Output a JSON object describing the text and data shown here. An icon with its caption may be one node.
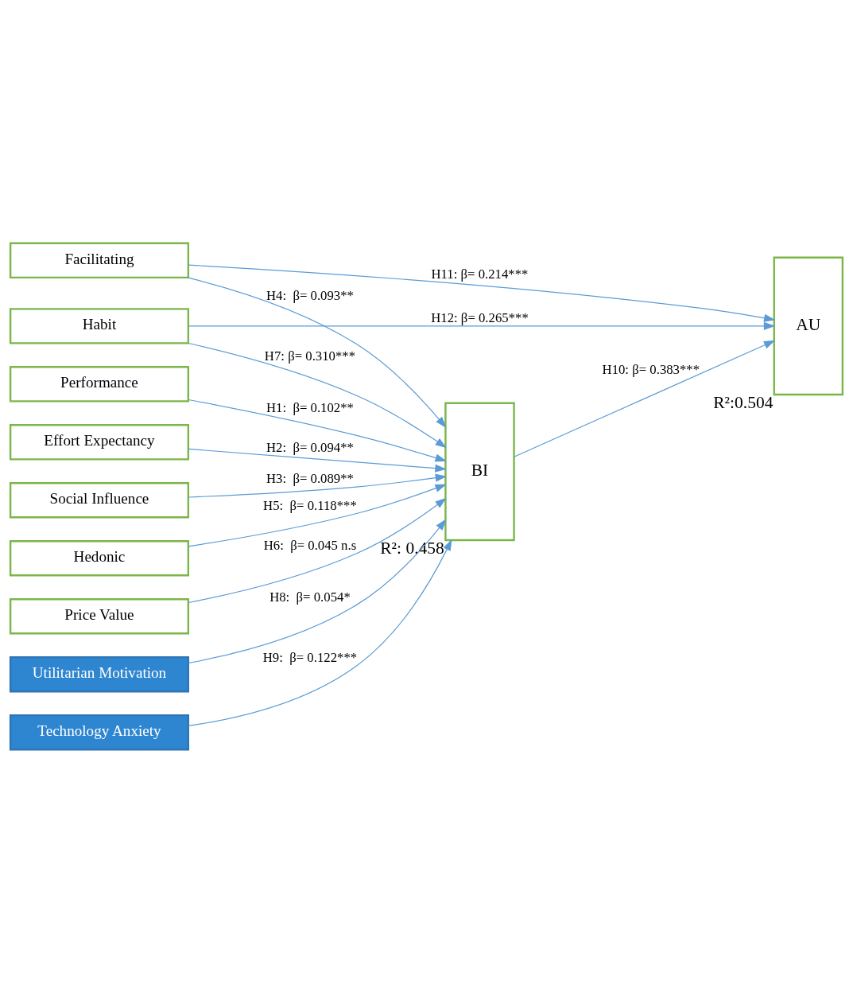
{
  "diagram": {
    "nodes": [
      {
        "text": [
          "Performance"
        ]
      },
      {
        "text": [
          "Effort Expectancy"
        ]
      },
      {
        "text": [
          "Social Influence"
        ]
      },
      {
        "text": [
          "Facilitating"
        ]
      },
      {
        "text": [
          "Hedonic"
        ]
      },
      {
        "text": [
          "Price Value"
        ]
      },
      {
        "text": [
          "Habit"
        ]
      },
      {
        "text": [
          "Utilitarian Motivation"
        ]
      },
      {
        "text": [
          "Technology Anxiety"
        ]
      },
      {
        "text": [
          "BI"
        ],
        "beside": [
          "R²: 0.458"
        ]
      },
      {
        "text": [
          "AU"
        ],
        "beside": [
          "R²:0.504"
        ]
      }
    ],
    "edges": [
      {
        "from": 0,
        "to": 9,
        "arrow": "to",
        "label": "H1:  β= 0.102**"
      },
      {
        "from": 1,
        "to": 9,
        "arrow": "to",
        "label": "H2:  β= 0.094**"
      },
      {
        "from": 2,
        "to": 9,
        "arrow": "to",
        "label": "H3:  β= 0.089**"
      },
      {
        "from": 3,
        "to": 9,
        "arrow": "to",
        "label": "H4:  β= 0.093**"
      },
      {
        "from": 3,
        "to": 10,
        "arrow": "to",
        "label": "H11: β= 0.214***"
      },
      {
        "from": 4,
        "to": 9,
        "arrow": "to",
        "label": "H5:  β= 0.118***"
      },
      {
        "from": 5,
        "to": 9,
        "arrow": "to",
        "label": "H6:  β= 0.045 n.s"
      },
      {
        "from": 6,
        "to": 9,
        "arrow": "to",
        "label": "H7: β= 0.310***"
      },
      {
        "from": 6,
        "to": 10,
        "arrow": "to",
        "label": "H12: β= 0.265***"
      },
      {
        "from": 7,
        "to": 9,
        "arrow": "to",
        "label": "H8:  β= 0.054*"
      },
      {
        "from": 8,
        "to": 9,
        "arrow": "to",
        "label": "H9:  β= 0.122***"
      },
      {
        "from": 9,
        "to": 10,
        "arrow": "to",
        "label": "H10: β= 0.383***"
      }
    ]
  }
}
